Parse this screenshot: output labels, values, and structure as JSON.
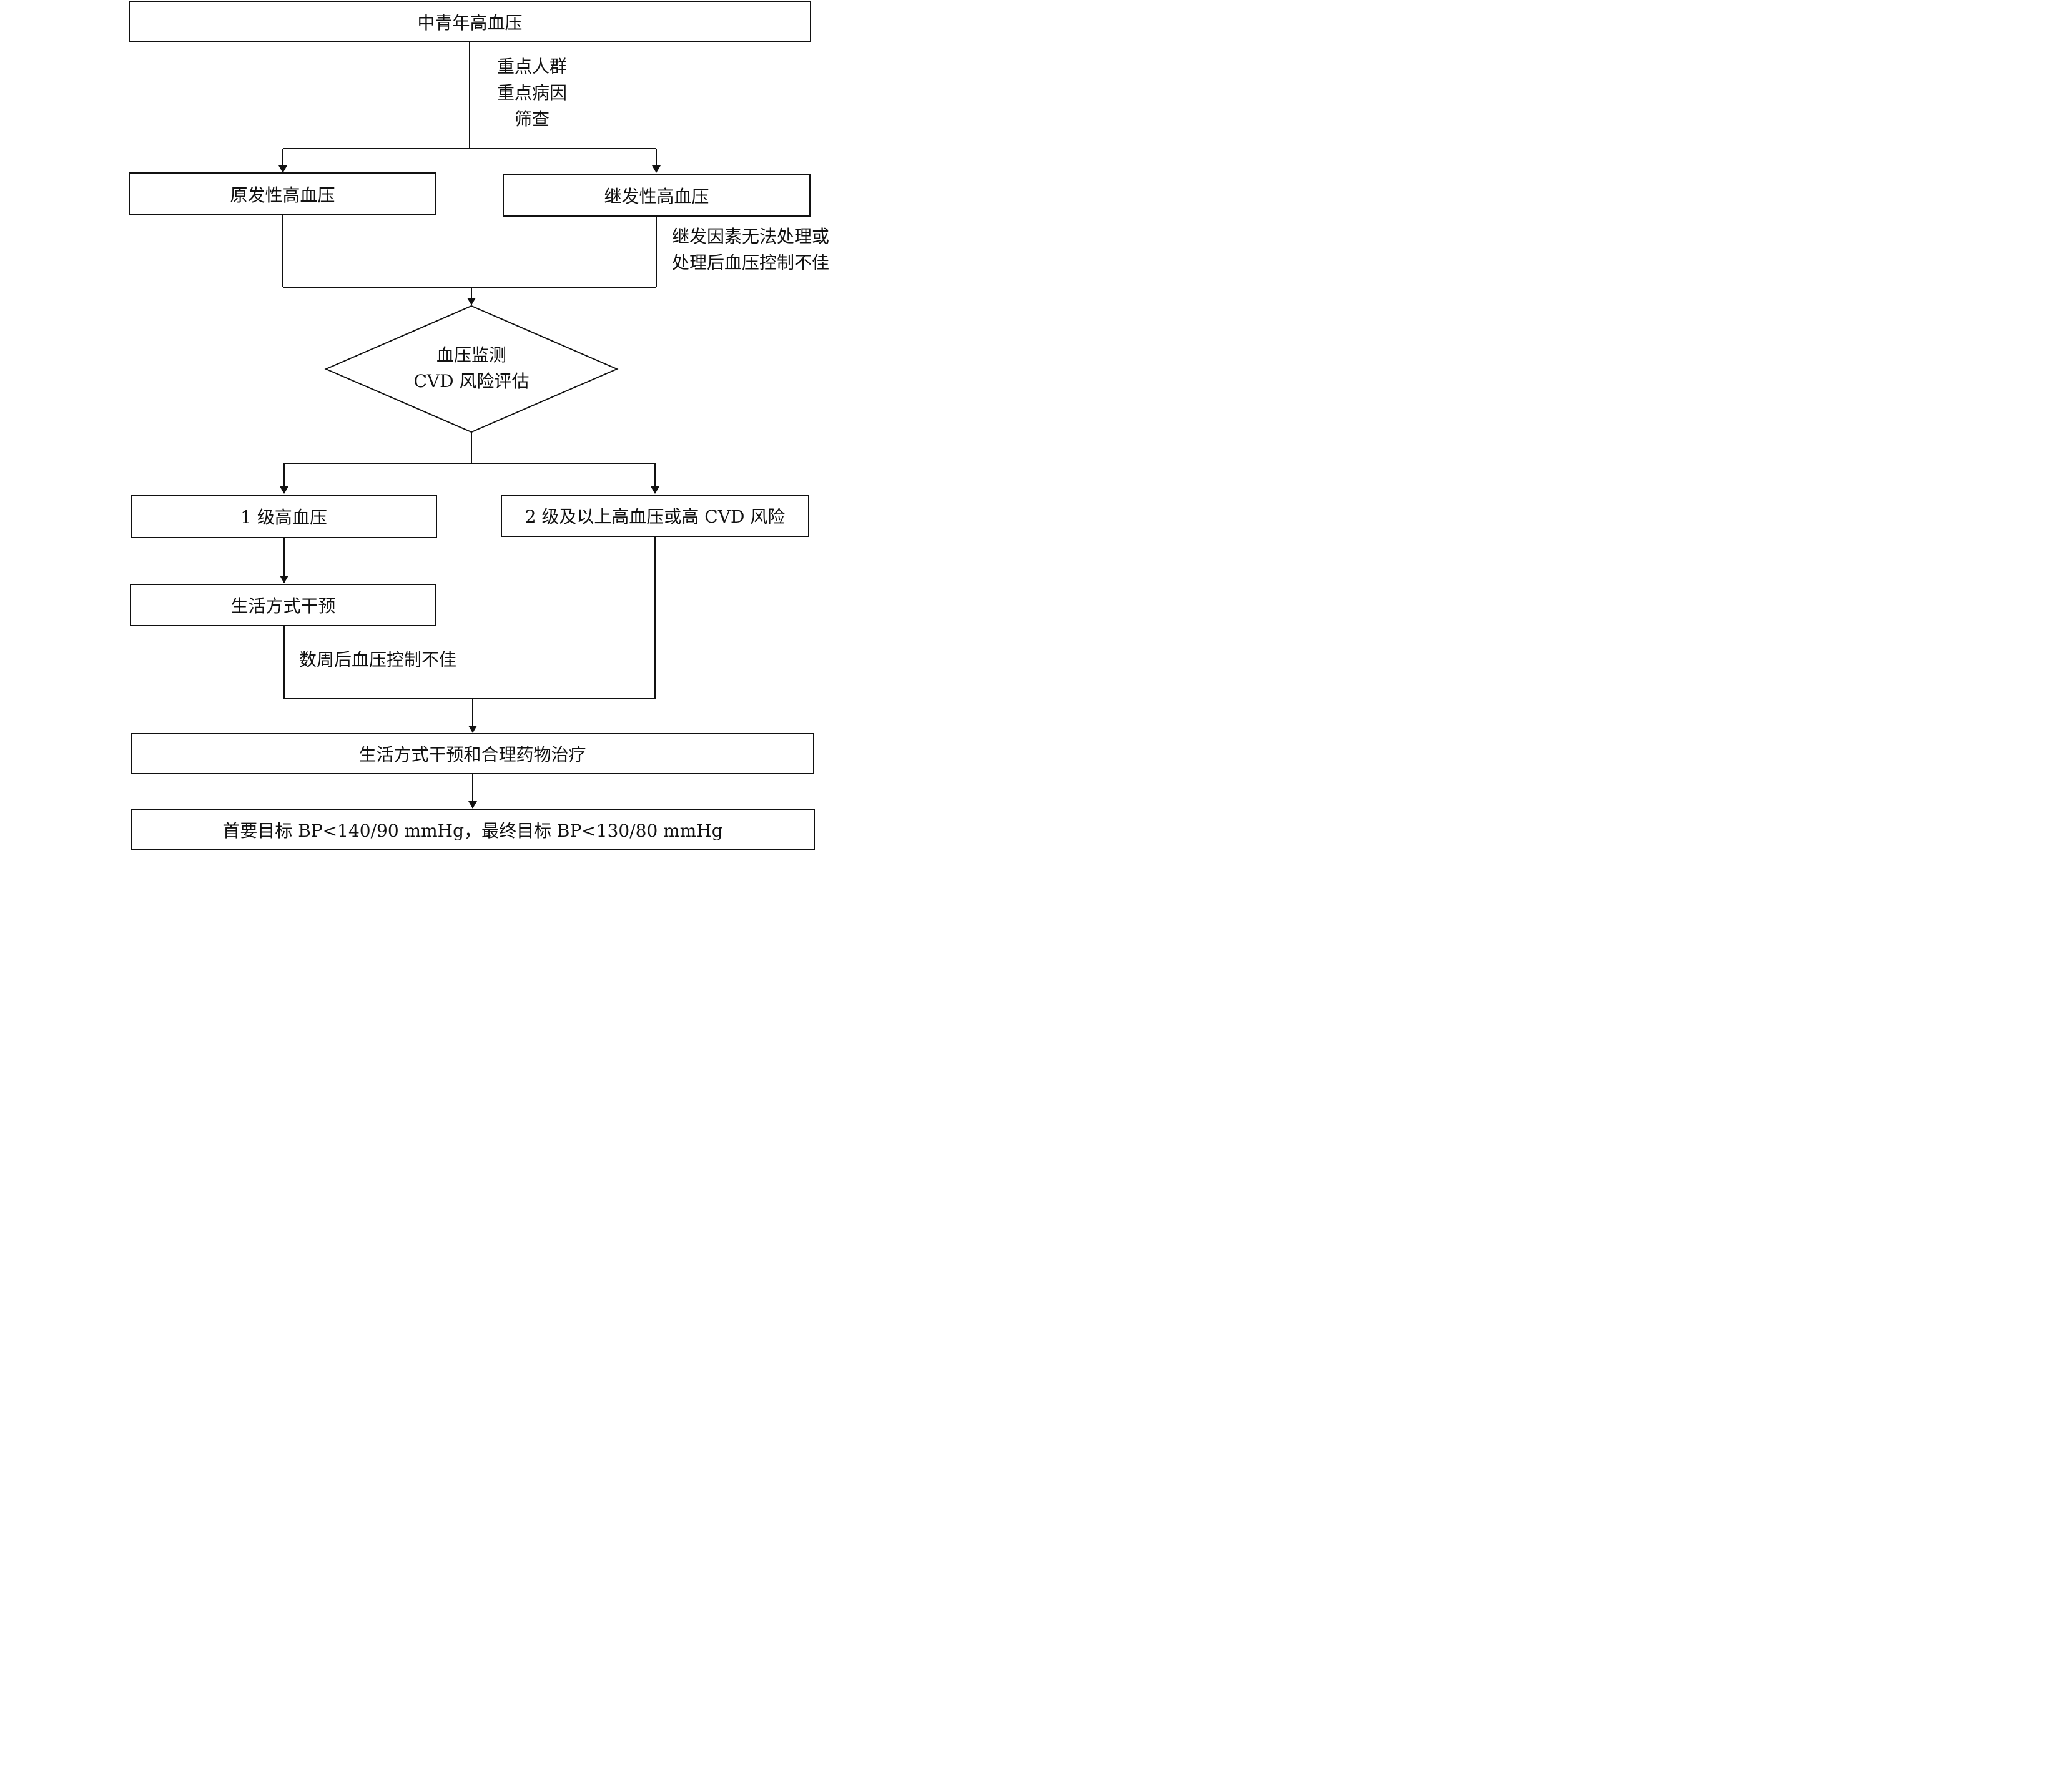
{
  "flowchart": {
    "root": "中青年高血压",
    "screening": [
      "重点人群",
      "重点病因",
      "筛查"
    ],
    "primary": "原发性高血压",
    "secondary": "继发性高血压",
    "secondary_note": [
      "继发因素无法处理或",
      "处理后血压控制不佳"
    ],
    "assessment": [
      "血压监测",
      "CVD 风险评估"
    ],
    "grade1": "1 级高血压",
    "grade2plus": "2 级及以上高血压或高 CVD 风险",
    "lifestyle": "生活方式干预",
    "lifestyle_note": "数周后血压控制不佳",
    "combined": "生活方式干预和合理药物治疗",
    "target": "首要目标 BP<140/90 mmHg，最终目标 BP<130/80 mmHg"
  }
}
